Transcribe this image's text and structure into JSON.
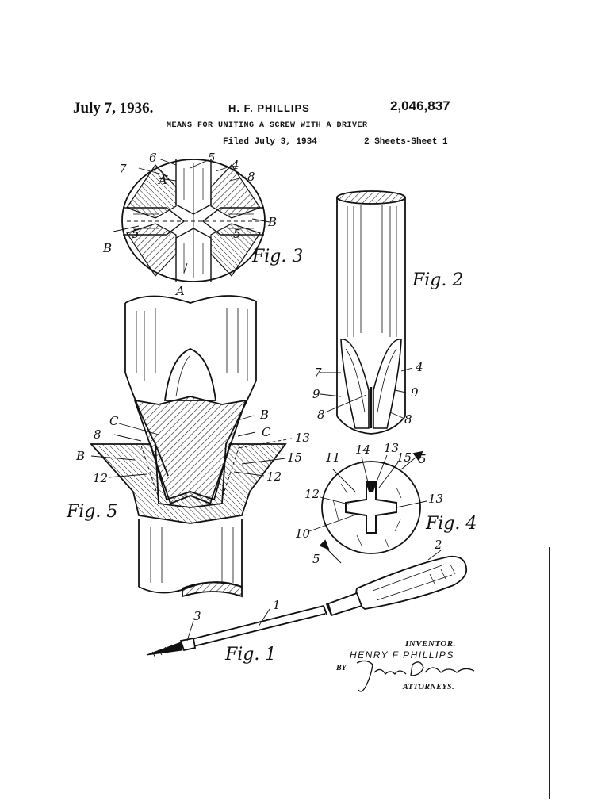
{
  "header": {
    "date": "July 7, 1936.",
    "inventor": "H. F. PHILLIPS",
    "patent_number": "2,046,837",
    "title": "MEANS FOR UNITING A SCREW WITH A DRIVER",
    "filed": "Filed July 3, 1934",
    "sheets": "2 Sheets-Sheet 1"
  },
  "figures": {
    "fig1": "Fig. 1",
    "fig2": "Fig. 2",
    "fig3": "Fig. 3",
    "fig4": "Fig. 4",
    "fig5": "Fig. 5"
  },
  "labels": {
    "n1": "1",
    "n2": "2",
    "n3": "3",
    "n4": "4",
    "n5": "5",
    "n6": "6",
    "n7": "7",
    "n8": "8",
    "n9": "9",
    "n10": "10",
    "n11": "11",
    "n12": "12",
    "n13": "13",
    "n14": "14",
    "n15": "15",
    "A": "A",
    "B": "B",
    "C": "C"
  },
  "signature": {
    "inventor_label": "INVENTOR.",
    "inventor_name": "HENRY F PHILLIPS",
    "by": "BY",
    "attorney_signature": "James D. Givnan",
    "attorneys_label": "ATTORNEYS."
  }
}
